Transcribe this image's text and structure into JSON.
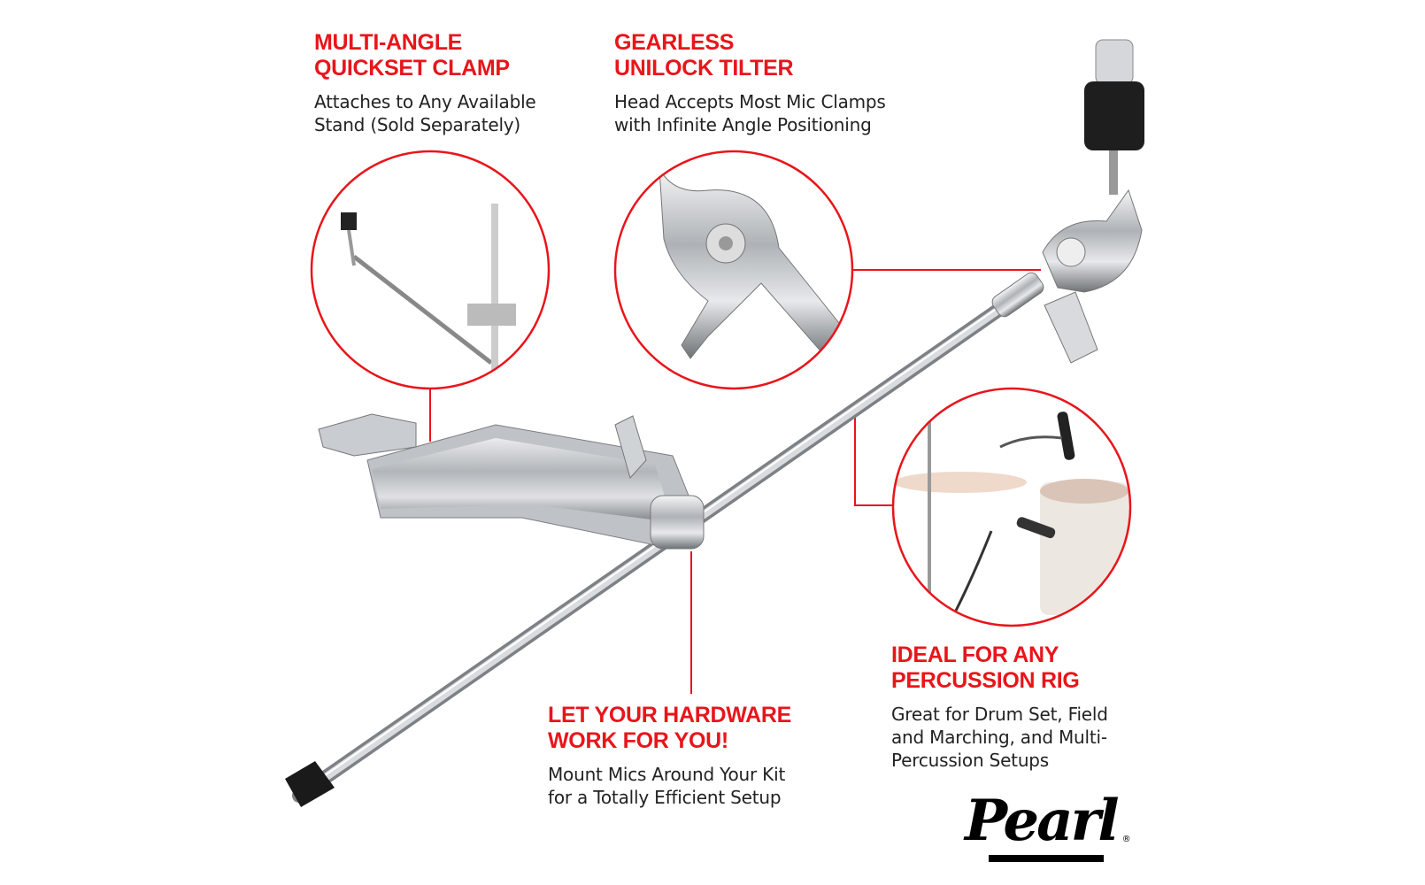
{
  "features": [
    {
      "title_line1": "MULTI-ANGLE",
      "title_line2": "QUICKSET CLAMP",
      "desc_line1": "Attaches to Any Available",
      "desc_line2": "Stand (Sold Separately)"
    },
    {
      "title_line1": "GEARLESS",
      "title_line2": "UNILOCK TILTER",
      "desc_line1": "Head Accepts Most Mic Clamps",
      "desc_line2": "with Infinite Angle Positioning"
    },
    {
      "title_line1": "IDEAL FOR ANY",
      "title_line2": "PERCUSSION RIG",
      "desc_line1": "Great for Drum Set, Field",
      "desc_line2": "and Marching, and Multi-",
      "desc_line3": "Percussion Setups"
    },
    {
      "title_line1": "LET YOUR HARDWARE",
      "title_line2": "WORK FOR YOU!",
      "desc_line1": "Mount Mics Around Your Kit",
      "desc_line2": "for a Totally Efficient Setup"
    }
  ],
  "brand": {
    "logo_text": "Pearl",
    "registered_mark": "®"
  },
  "colors": {
    "accent": "#e8151b",
    "text": "#222222",
    "chrome": "#c9ccd0"
  }
}
